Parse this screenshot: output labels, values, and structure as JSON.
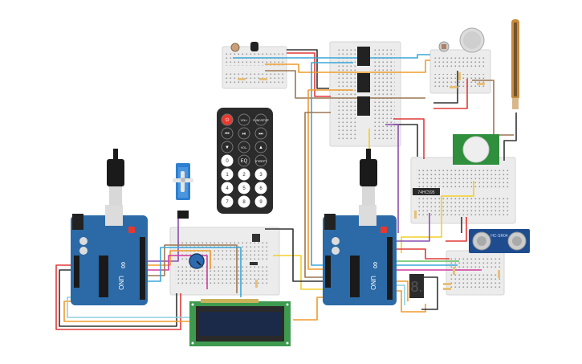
{
  "app": {
    "title": "Circuit Schematic View"
  },
  "colors": {
    "background": "#ffffff",
    "breadboard": "#ececec",
    "breadboard_edge": "#d6d6d6",
    "arduino_blue": "#2b6aa6",
    "arduino_dark": "#1f4f80",
    "lcd_green": "#3e9a4e",
    "lcd_screen": "#1c2a4a",
    "remote_body": "#2b2b2b",
    "remote_power": "#e8382d",
    "pir_green": "#2f8f3c",
    "ultrasonic_blue": "#1f4c8f",
    "flex_sensor": "#c98a3a",
    "wire_red": "#e03a3a",
    "wire_black": "#333333",
    "wire_blue": "#3aa7d8",
    "wire_orange": "#ef9b2d",
    "wire_brown": "#9b7653",
    "wire_yellow": "#f2cf2a",
    "wire_purple": "#8a4fb0",
    "wire_magenta": "#d43aa0",
    "wire_green": "#5fbf5f",
    "wire_teal": "#8fd0e0",
    "wire_gray": "#999999"
  },
  "components": {
    "arduino_left": {
      "name": "Arduino Uno R3",
      "label": "UNO",
      "logo": "∞"
    },
    "arduino_right": {
      "name": "Arduino Uno R3",
      "label": "UNO",
      "logo": "∞"
    },
    "ir_remote": {
      "name": "IR Remote",
      "buttons": [
        "⏻",
        "VOL+",
        "FUNC/STOP",
        "⏮",
        "⏯",
        "⏭",
        "▼",
        "VOL-",
        "▲",
        "0",
        "EQ",
        "ST/REPT",
        "1",
        "2",
        "3",
        "4",
        "5",
        "6",
        "7",
        "8",
        "9"
      ]
    },
    "lcd": {
      "name": "LCD 16x2"
    },
    "servo": {
      "name": "Positional Micro Servo"
    },
    "potentiometer": {
      "name": "Potentiometer"
    },
    "seven_segment": {
      "name": "7 Segment Display",
      "digit": "8."
    },
    "ultrasonic": {
      "name": "Ultrasonic Distance Sensor",
      "label": "HC-SR04"
    },
    "pir": {
      "name": "PIR Sensor"
    },
    "gas_sensor": {
      "name": "Gas Sensor"
    },
    "flex_sensor": {
      "name": "Flex Sensor"
    },
    "photoresistor": {
      "name": "Photoresistor"
    },
    "temp_sensor": {
      "name": "Temperature Sensor"
    },
    "ic_chip": {
      "name": "Shift Register",
      "label": "74HC595"
    },
    "relays": {
      "name": "Relay SPDT",
      "count": 3
    }
  }
}
